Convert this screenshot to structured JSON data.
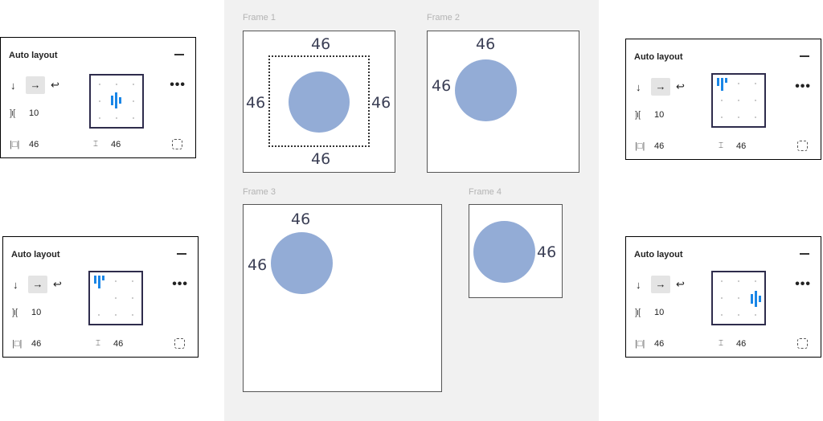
{
  "panels": [
    {
      "title": "Auto layout",
      "dir_down": "↓",
      "dir_right": "→",
      "dir_wrap": "↩",
      "gap_icon": "]ı[",
      "gap": "10",
      "pad_h_icon": "|□|",
      "pad_h": "46",
      "pad_v_icon": "⌶",
      "pad_v": "46",
      "more": "•••",
      "alignment": "center"
    },
    {
      "title": "Auto layout",
      "dir_down": "↓",
      "dir_right": "→",
      "dir_wrap": "↩",
      "gap_icon": "]ı[",
      "gap": "10",
      "pad_h_icon": "|□|",
      "pad_h": "46",
      "pad_v_icon": "⌶",
      "pad_v": "46",
      "more": "•••",
      "alignment": "top-left"
    },
    {
      "title": "Auto layout",
      "dir_down": "↓",
      "dir_right": "→",
      "dir_wrap": "↩",
      "gap_icon": "]ı[",
      "gap": "10",
      "pad_h_icon": "|□|",
      "pad_h": "46",
      "pad_v_icon": "⌶",
      "pad_v": "46",
      "more": "•••",
      "alignment": "top-left"
    },
    {
      "title": "Auto layout",
      "dir_down": "↓",
      "dir_right": "→",
      "dir_wrap": "↩",
      "gap_icon": "]ı[",
      "gap": "10",
      "pad_h_icon": "|□|",
      "pad_h": "46",
      "pad_v_icon": "⌶",
      "pad_v": "46",
      "more": "•••",
      "alignment": "center-right"
    }
  ],
  "frames": {
    "frame1": {
      "label": "Frame 1",
      "top": "46",
      "left": "46",
      "right": "46",
      "bottom": "46"
    },
    "frame2": {
      "label": "Frame 2",
      "top": "46",
      "left": "46"
    },
    "frame3": {
      "label": "Frame 3",
      "top": "46",
      "left": "46"
    },
    "frame4": {
      "label": "Frame 4",
      "right": "46"
    }
  },
  "colors": {
    "accent": "#1a86e6",
    "circle": "#93acd6",
    "canvas": "#f1f1f1"
  }
}
